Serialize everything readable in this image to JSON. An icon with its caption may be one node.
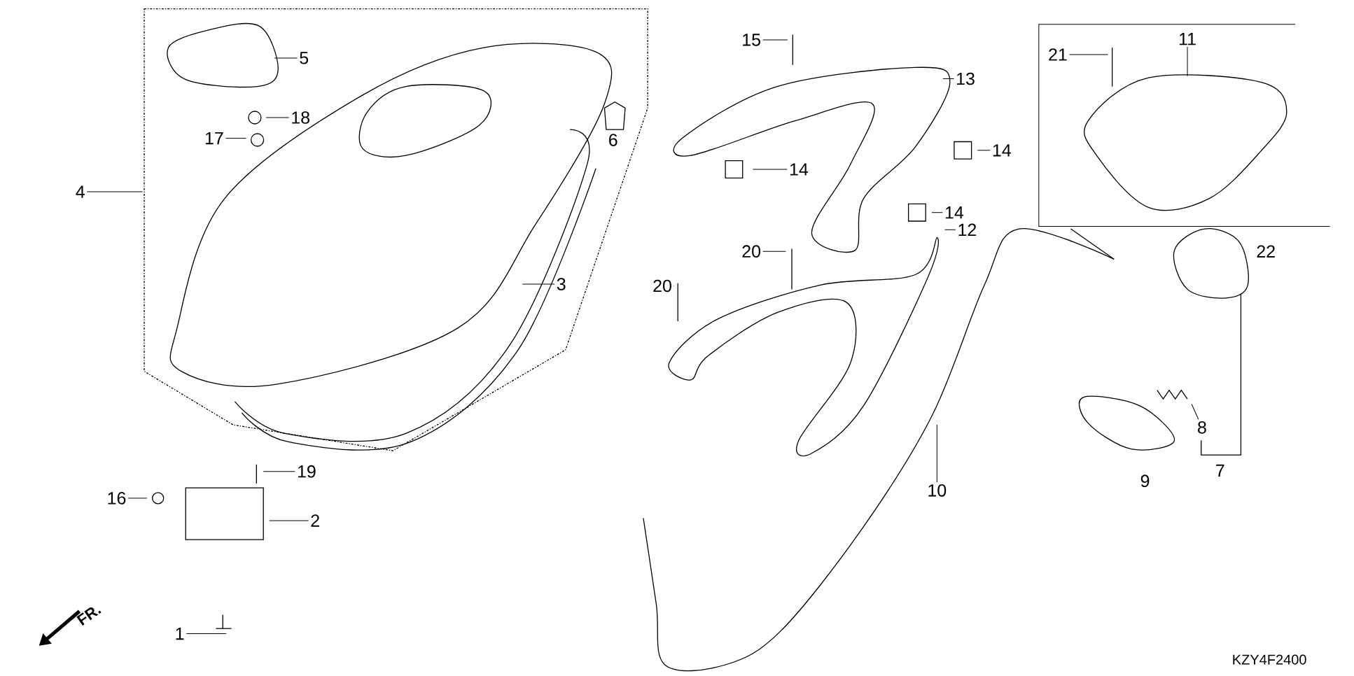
{
  "diagram": {
    "nodes": [
      {
        "text": [
          "1"
        ]
      },
      {
        "text": [
          "2"
        ]
      },
      {
        "text": [
          "3"
        ]
      },
      {
        "text": [
          "4"
        ]
      },
      {
        "text": [
          "5"
        ]
      },
      {
        "text": [
          "8"
        ]
      },
      {
        "text": [
          "10"
        ]
      },
      {
        "text": [
          "11"
        ]
      },
      {
        "text": [
          "12"
        ]
      },
      {
        "text": [
          "13"
        ]
      },
      {
        "text": [
          "14"
        ]
      },
      {
        "text": [
          "14"
        ]
      },
      {
        "text": [
          "14"
        ]
      },
      {
        "text": [
          "15"
        ]
      },
      {
        "text": [
          "16"
        ]
      },
      {
        "text": [
          "17"
        ]
      },
      {
        "text": [
          "18"
        ]
      },
      {
        "text": [
          "19"
        ]
      },
      {
        "text": [
          "20"
        ]
      },
      {
        "text": [
          "20"
        ]
      },
      {
        "text": [
          "21"
        ]
      }
    ],
    "edges": [
      {
        "from": 0,
        "to": null,
        "arrow": "none"
      },
      {
        "from": 1,
        "to": null,
        "arrow": "none"
      },
      {
        "from": 2,
        "to": null,
        "arrow": "none"
      },
      {
        "from": 3,
        "to": null,
        "arrow": "none"
      },
      {
        "from": 4,
        "to": null,
        "arrow": "none"
      },
      {
        "from": 5,
        "to": null,
        "arrow": "none"
      },
      {
        "from": 6,
        "to": null,
        "arrow": "none"
      },
      {
        "from": 7,
        "to": null,
        "arrow": "none"
      },
      {
        "from": 8,
        "to": null,
        "arrow": "none"
      },
      {
        "from": 9,
        "to": null,
        "arrow": "none"
      },
      {
        "from": 10,
        "to": null,
        "arrow": "none"
      },
      {
        "from": 11,
        "to": null,
        "arrow": "none"
      },
      {
        "from": 12,
        "to": null,
        "arrow": "none"
      },
      {
        "from": 13,
        "to": null,
        "arrow": "none"
      },
      {
        "from": 14,
        "to": null,
        "arrow": "none"
      },
      {
        "from": 15,
        "to": null,
        "arrow": "none"
      },
      {
        "from": 16,
        "to": null,
        "arrow": "none"
      },
      {
        "from": 17,
        "to": null,
        "arrow": "none"
      },
      {
        "from": 18,
        "to": null,
        "arrow": "none"
      },
      {
        "from": 19,
        "to": null,
        "arrow": "none"
      },
      {
        "from": 20,
        "to": null,
        "arrow": "none"
      }
    ],
    "labels": [
      "6",
      "7",
      "9",
      "22",
      "FR.",
      "KZY4F2400"
    ]
  }
}
